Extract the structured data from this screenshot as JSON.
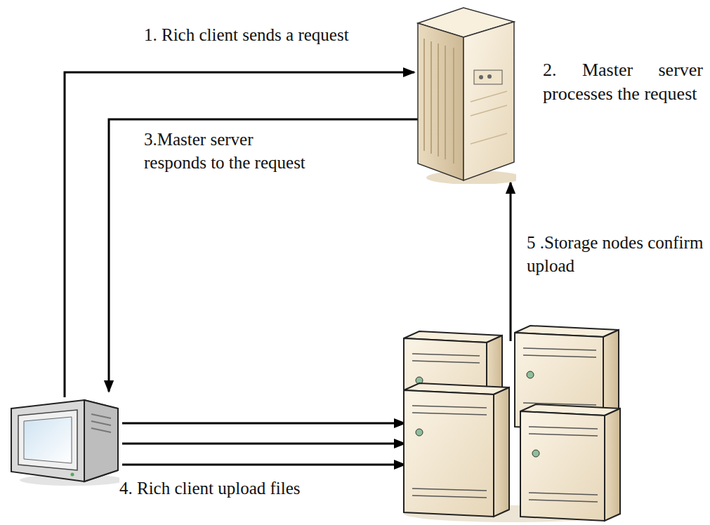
{
  "diagram": {
    "nodes": [
      {
        "text": [
          "2. Master server processes the request"
        ]
      },
      {
        "text": []
      },
      {
        "text": []
      }
    ],
    "edges": [
      {
        "from": 1,
        "to": 0,
        "arrow": "to",
        "label": "1. Rich client sends a request"
      },
      {
        "from": 0,
        "to": 1,
        "arrow": "to",
        "label": "3.Master server responds to the request"
      },
      {
        "from": 1,
        "to": 2,
        "arrow": "to"
      },
      {
        "from": 1,
        "to": 2,
        "arrow": "to"
      },
      {
        "from": 1,
        "to": 2,
        "arrow": "to",
        "label": "4. Rich client upload files"
      },
      {
        "from": 2,
        "to": 0,
        "arrow": "to",
        "label": "5 .Storage nodes confirm upload"
      }
    ]
  }
}
